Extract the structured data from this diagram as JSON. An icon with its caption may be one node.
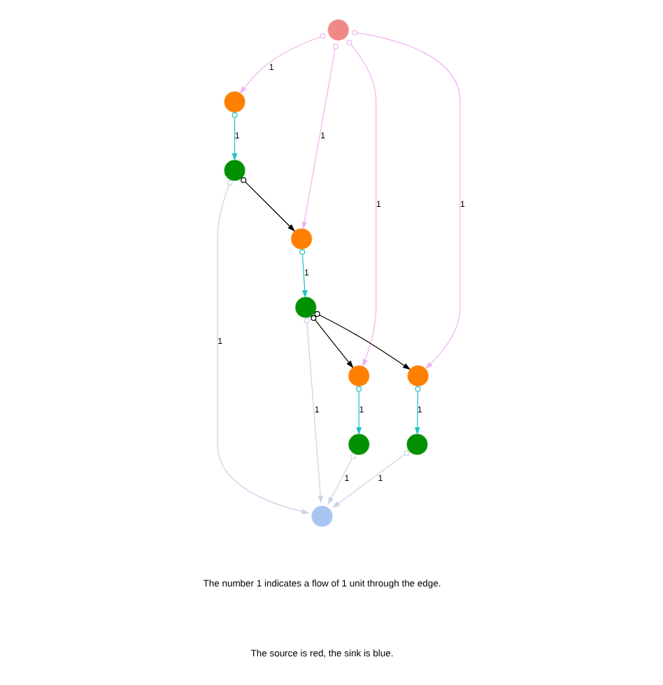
{
  "diagram": {
    "nodes": [
      {
        "text": [],
        "shape": "circle"
      },
      {
        "text": [],
        "shape": "circle"
      },
      {
        "text": [],
        "shape": "circle"
      },
      {
        "text": [],
        "shape": "circle"
      },
      {
        "text": [],
        "shape": "circle"
      },
      {
        "text": [],
        "shape": "circle"
      },
      {
        "text": [],
        "shape": "circle"
      },
      {
        "text": [],
        "shape": "circle"
      },
      {
        "text": [],
        "shape": "circle"
      },
      {
        "text": [],
        "shape": "circle"
      }
    ],
    "edges": [
      {
        "from": 2,
        "to": 0,
        "arrow": "to",
        "label": "1",
        "color": "#f0b4f0"
      },
      {
        "from": 0,
        "to": 1,
        "arrow": "to",
        "label": "1",
        "color": "#20c0c8"
      },
      {
        "from": 1,
        "to": 3,
        "arrow": "to",
        "color": "#000000"
      },
      {
        "from": 2,
        "to": 3,
        "arrow": "to",
        "label": "1",
        "color": "#f0b4f0"
      },
      {
        "from": 3,
        "to": 4,
        "arrow": "to",
        "label": "1",
        "color": "#20c0c8"
      },
      {
        "from": 4,
        "to": 7,
        "arrow": "to",
        "color": "#000000"
      },
      {
        "from": 4,
        "to": 5,
        "arrow": "to",
        "color": "#000000"
      },
      {
        "from": 2,
        "to": 7,
        "arrow": "to",
        "label": "1",
        "color": "#f0b4f0"
      },
      {
        "from": 2,
        "to": 5,
        "arrow": "to",
        "label": "1",
        "color": "#f0b4f0"
      },
      {
        "from": 5,
        "to": 6,
        "arrow": "to",
        "label": "1",
        "color": "#20c0c8"
      },
      {
        "from": 7,
        "to": 8,
        "arrow": "to",
        "label": "1",
        "color": "#20c0c8"
      },
      {
        "from": 1,
        "to": 9,
        "arrow": "to",
        "label": "1",
        "color": "#c8d4e8"
      },
      {
        "from": 4,
        "to": 9,
        "arrow": "to",
        "label": "1",
        "color": "#c8d4e8"
      },
      {
        "from": 8,
        "to": 9,
        "arrow": "to",
        "label": "1",
        "color": "#c8d4e8"
      },
      {
        "from": 6,
        "to": 9,
        "arrow": "to",
        "label": "1",
        "color": "#c8d4e8"
      }
    ],
    "labels": [
      "The number 1 indicates a flow of 1 unit through the edge.",
      "The source is red, the sink is blue."
    ]
  }
}
